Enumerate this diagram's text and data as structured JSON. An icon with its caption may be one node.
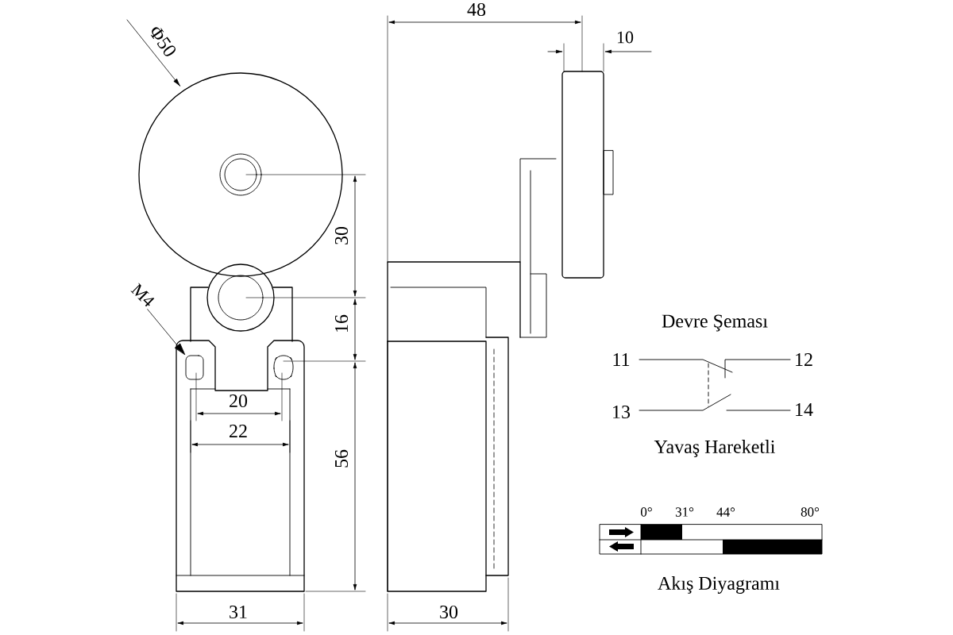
{
  "diagram": {
    "nodes": [
      {
        "text": [
          "M4"
        ]
      },
      {
        "text": [],
        "shape": "box"
      }
    ],
    "edges": [
      {
        "from": 0,
        "to": 1,
        "arrow": "to"
      }
    ],
    "labels": [
      "Φ50",
      "48",
      "10",
      "30",
      "16",
      "56",
      "20",
      "22",
      "31",
      "30",
      "Devre Şeması",
      "11",
      "12",
      "13",
      "14",
      "Yavaş Hareketli",
      "0°",
      "31°",
      "44°",
      "80°",
      "Akış Diyagramı"
    ]
  }
}
